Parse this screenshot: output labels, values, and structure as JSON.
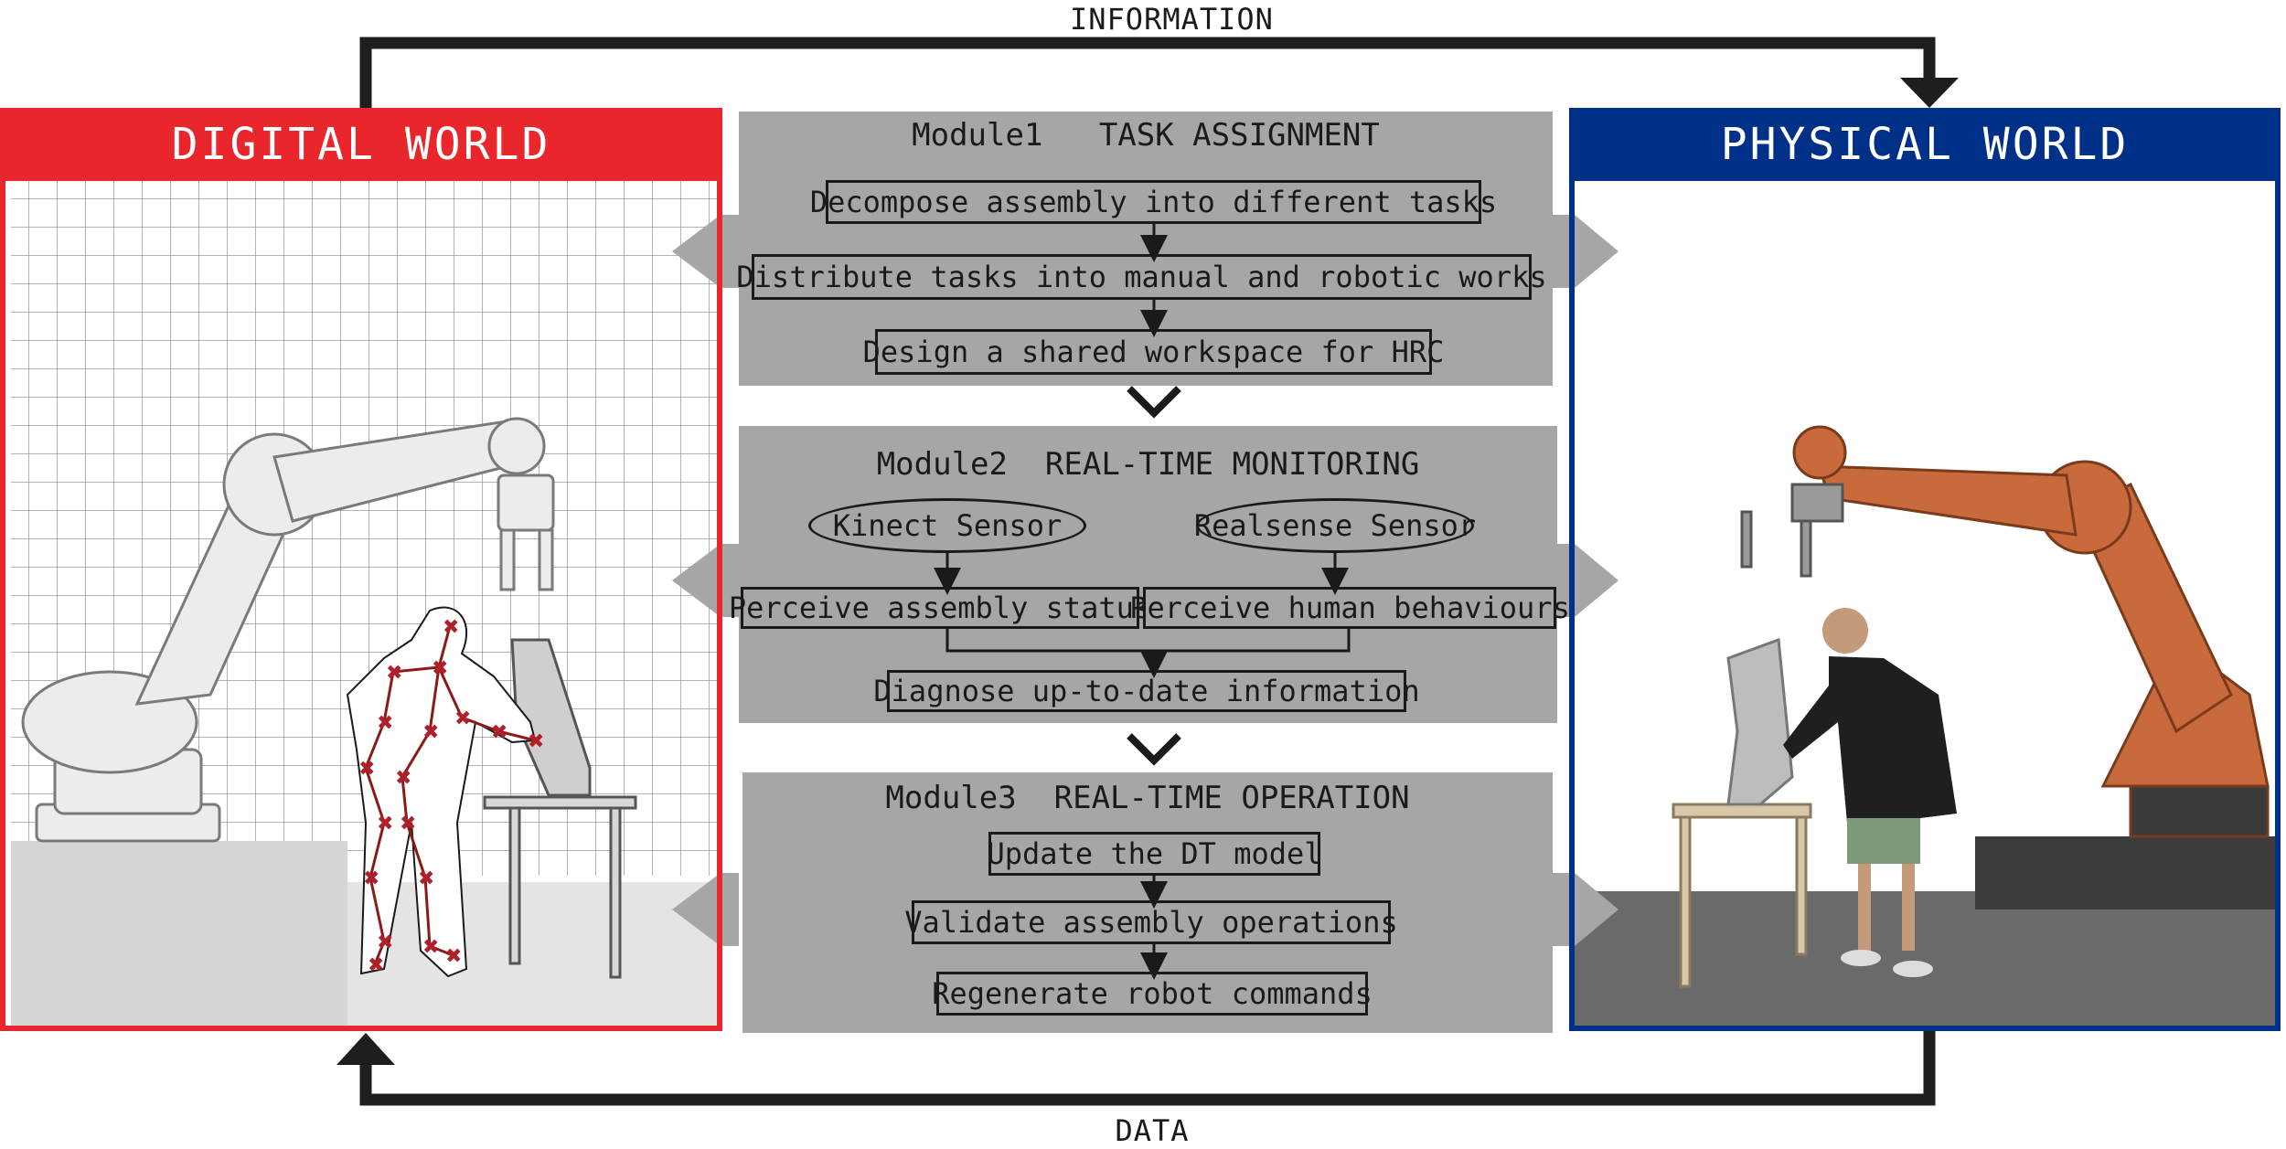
{
  "loop": {
    "top_label": "INFORMATION",
    "bottom_label": "DATA"
  },
  "digital": {
    "title": "DIGITAL WORLD",
    "color": "#e8262b"
  },
  "physical": {
    "title": "PHYSICAL WORLD",
    "color": "#003087"
  },
  "module_bg": "#a6a6a6",
  "module1": {
    "title": "Module1   TASK ASSIGNMENT",
    "steps": [
      "Decompose assembly into different tasks",
      "Distribute tasks into manual and robotic works",
      "Design a shared workspace for HRC"
    ]
  },
  "module2": {
    "title": "Module2  REAL-TIME MONITORING",
    "sensors": [
      "Kinect Sensor",
      "Realsense Sensor"
    ],
    "perceive": [
      "Perceive assembly status",
      "Perceive human behaviours"
    ],
    "result": "Diagnose up-to-date information"
  },
  "module3": {
    "title": "Module3  REAL-TIME OPERATION",
    "steps": [
      "Update the DT model",
      "Validate assembly operations",
      "Regenerate robot commands"
    ]
  },
  "icons": [
    "robot-arm-render-icon",
    "human-skeleton-icon",
    "robot-arm-photo-icon",
    "person-photo-icon"
  ]
}
